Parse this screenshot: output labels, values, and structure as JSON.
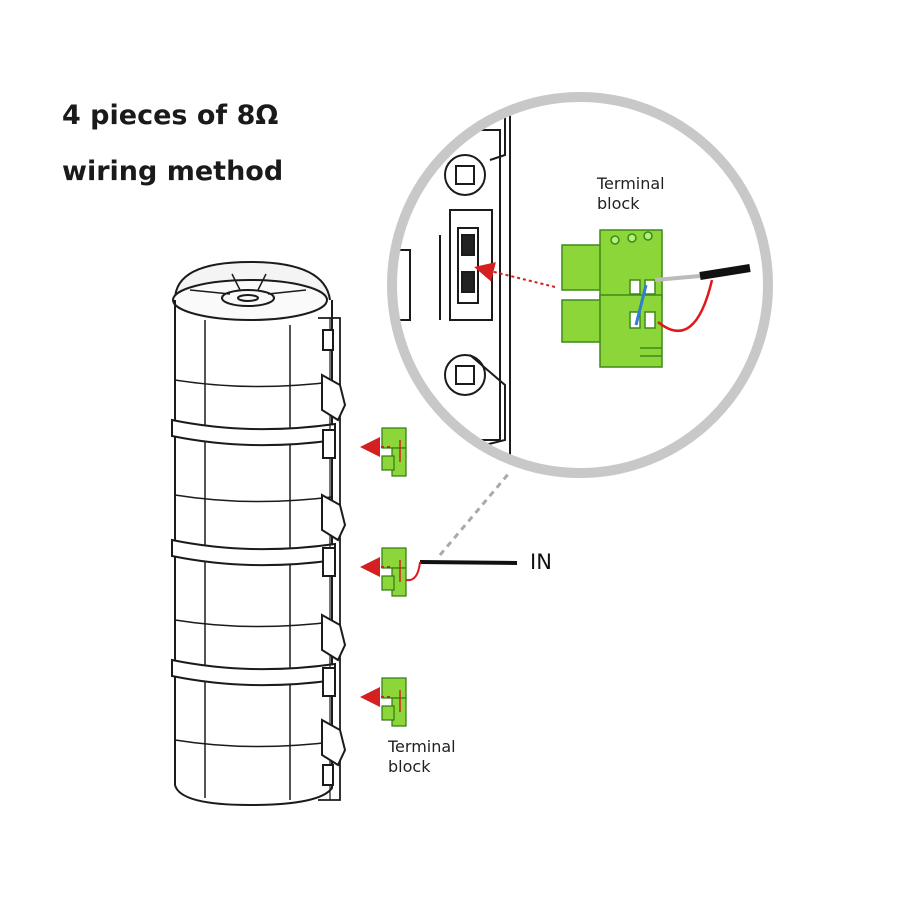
{
  "title": {
    "line1": "4 pieces of  8Ω",
    "line2": "wiring method"
  },
  "labels": {
    "terminal_block_top": "Terminal\nblock",
    "terminal_block_bottom": "Terminal\nblock",
    "input": "IN"
  },
  "colors": {
    "terminal_green": "#8cd63a",
    "arrow_red": "#d42020",
    "wire_red": "#e01818",
    "wire_black": "#111111",
    "jumper_blue": "#2f7fd0",
    "magnifier_ring": "#c8c8c8"
  }
}
